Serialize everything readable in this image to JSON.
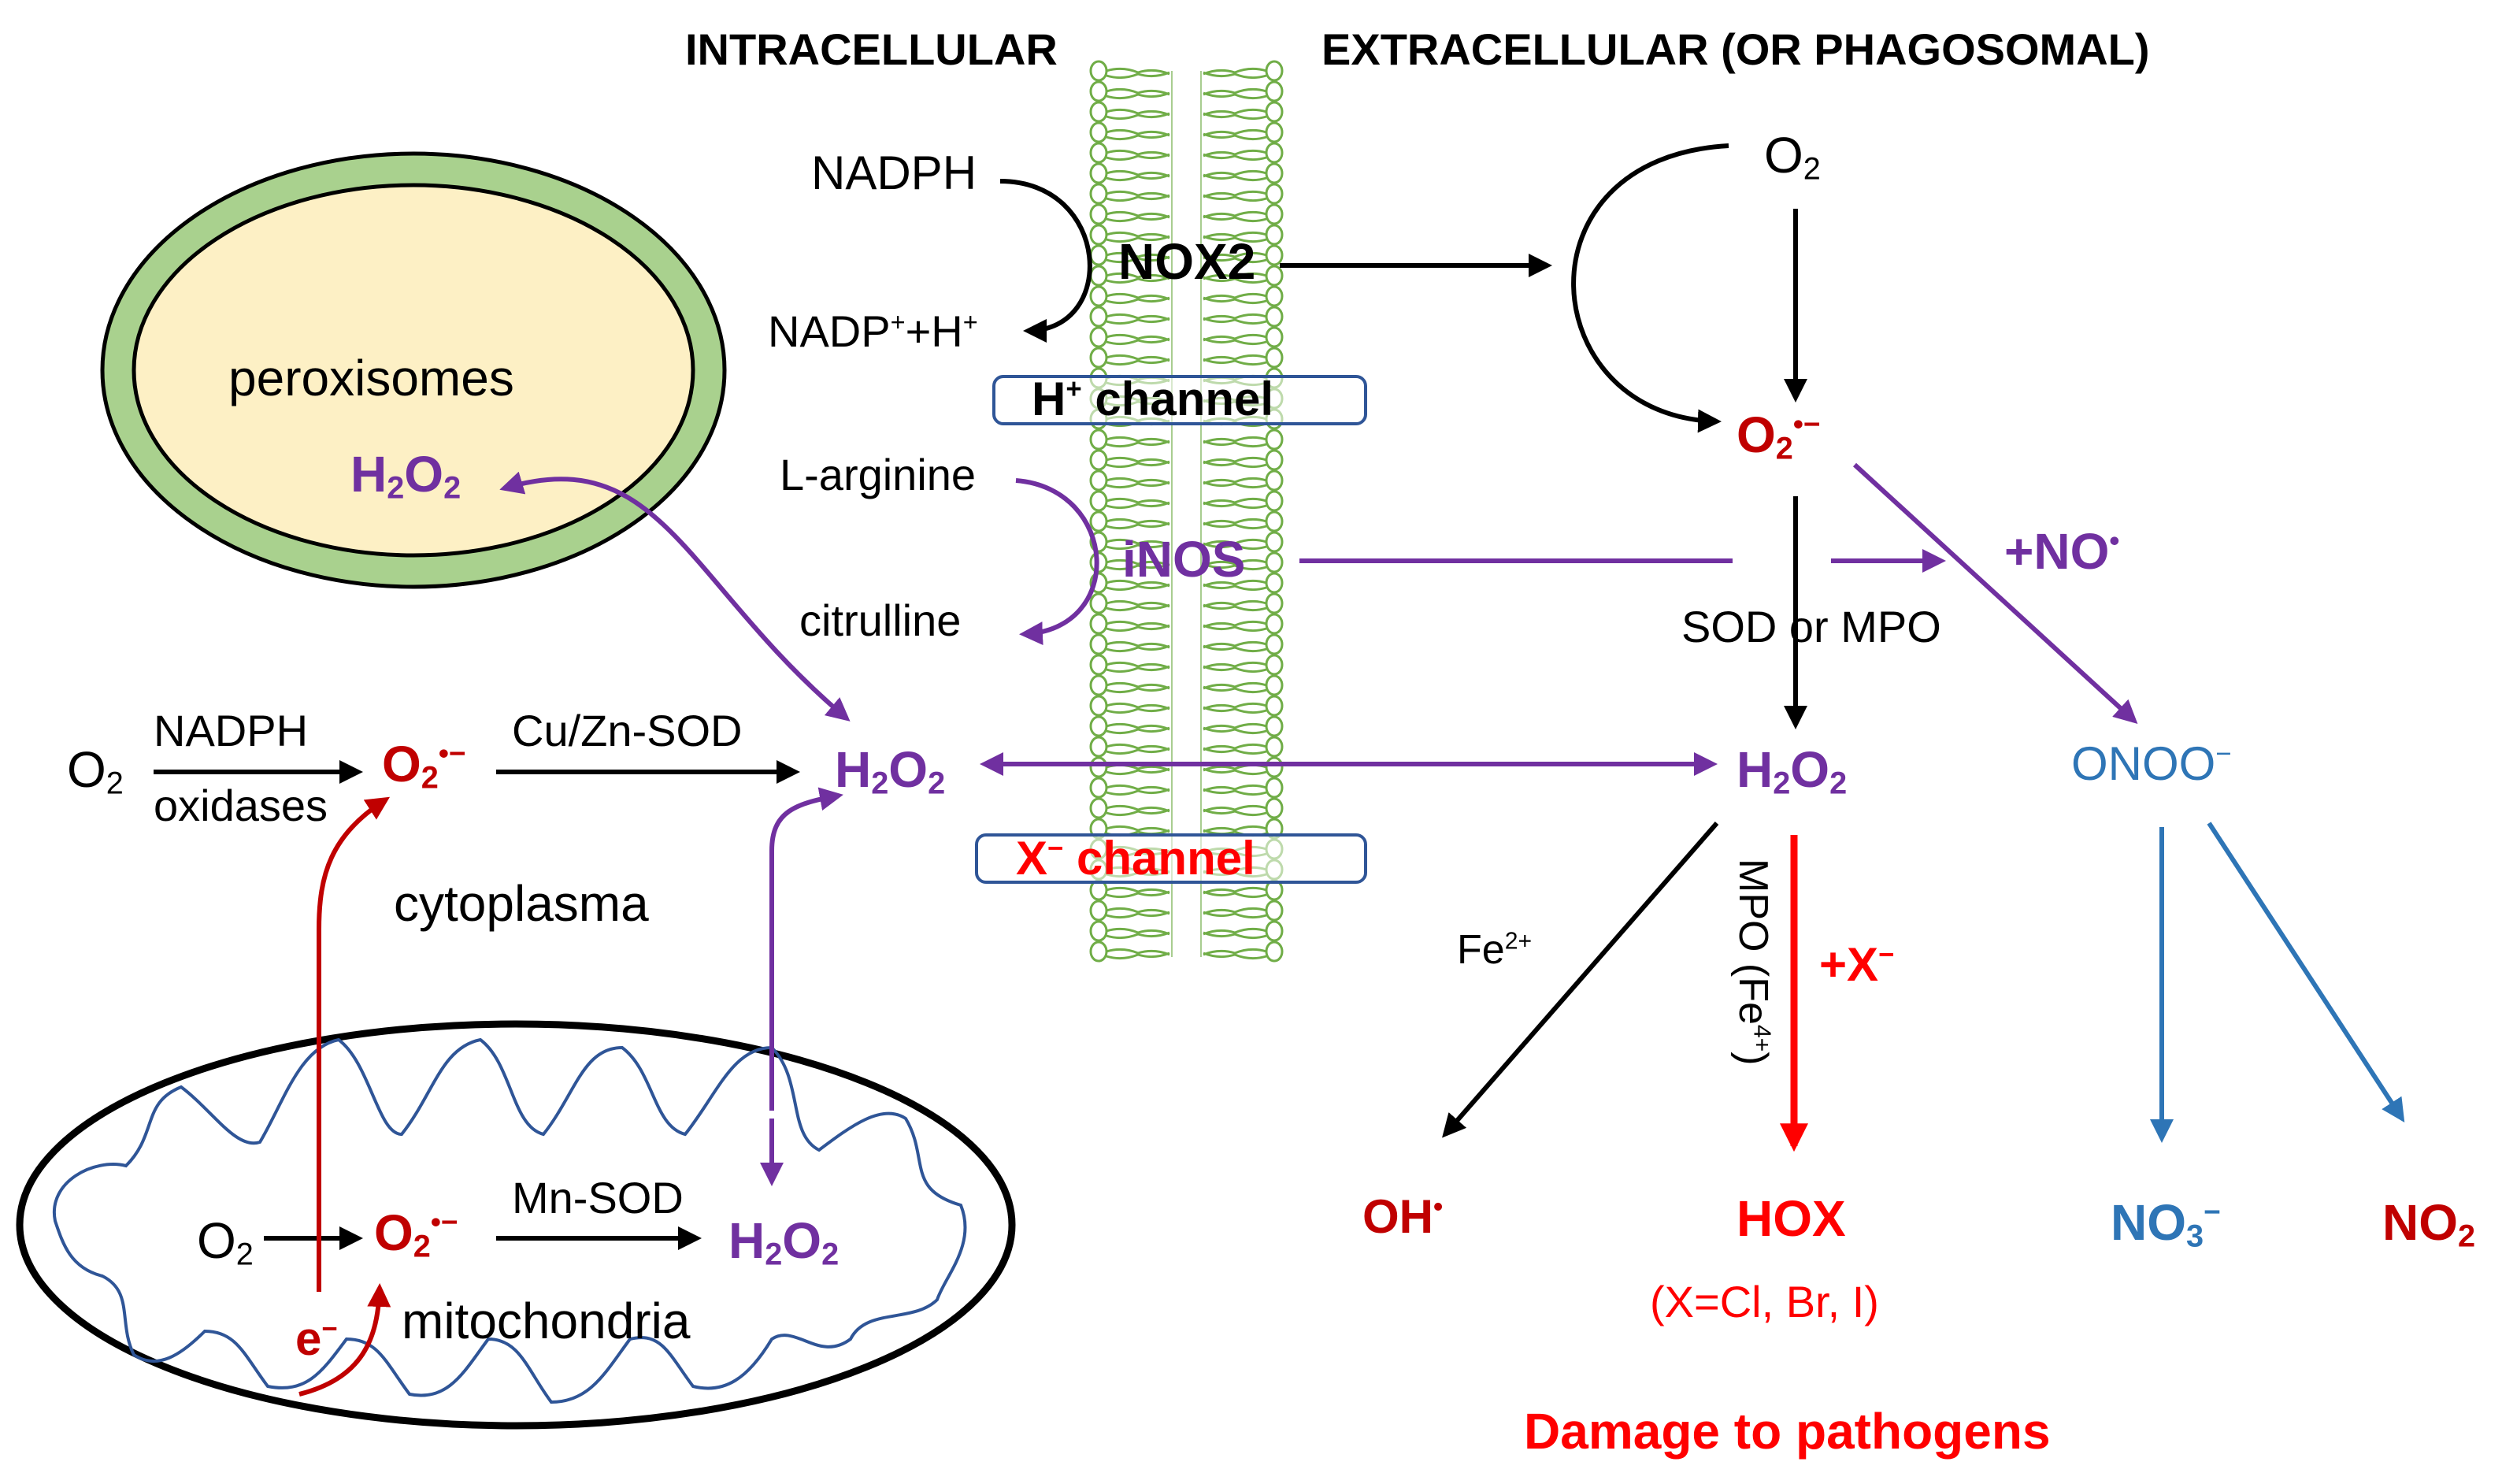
{
  "headers": {
    "intracellular": "INTRACELLULAR",
    "extracellular": "EXTRACELLULAR (OR PHAGOSOMAL)"
  },
  "membrane": {
    "nox2": "NOX2",
    "h_channel_sup": "+",
    "h_channel_h": "H",
    "h_channel_word": "channel",
    "x_channel_x": "X",
    "x_channel_minus": "−",
    "x_channel_word": "channel",
    "inos": "iNOS"
  },
  "nox2_reaction": {
    "nadph": "NADPH",
    "nadp_plus": "NADP",
    "nadp_sup": "+",
    "plus_h": "+H",
    "h_sup": "+"
  },
  "inos_reaction": {
    "l_arginine": "L-arginine",
    "citrulline": "citrulline"
  },
  "peroxisome": {
    "label": "peroxisomes",
    "h2o2_h": "H",
    "h2o2_2a": "2",
    "h2o2_o": "O",
    "h2o2_2b": "2"
  },
  "cytoplasm": {
    "o2": "O",
    "o2_sub": "2",
    "nadph": "NADPH",
    "oxidases": "oxidases",
    "superoxide_o": "O",
    "superoxide_sub": "2",
    "superoxide_sup": "•−",
    "cuzn_sod": "Cu/Zn-SOD",
    "h2o2_h": "H",
    "h2o2_2a": "2",
    "h2o2_o": "O",
    "h2o2_2b": "2",
    "label": "cytoplasma"
  },
  "mitochondria": {
    "o2": "O",
    "o2_sub": "2",
    "superoxide_o": "O",
    "superoxide_sub": "2",
    "superoxide_sup": "•−",
    "mn_sod": "Mn-SOD",
    "h2o2_h": "H",
    "h2o2_2a": "2",
    "h2o2_o": "O",
    "h2o2_2b": "2",
    "electron": "e",
    "electron_sup": "−",
    "label": "mitochondria"
  },
  "extracellular": {
    "o2": "O",
    "o2_sub": "2",
    "superoxide_o": "O",
    "superoxide_sub": "2",
    "superoxide_sup": "•−",
    "plus_no": "+NO",
    "plus_no_sup": "•",
    "sod_mpo": "SOD or MPO",
    "h2o2_h": "H",
    "h2o2_2a": "2",
    "h2o2_o": "O",
    "h2o2_2b": "2",
    "onoo": "ONOO",
    "onoo_sup": "−",
    "fe2": "Fe",
    "fe2_sup": "2+",
    "mpo_text": "MPO (Fe",
    "mpo_sup": "4+",
    "mpo_close": ")",
    "plus_x": "+X",
    "plus_x_sup": "−",
    "oh": "OH",
    "oh_sup": "•",
    "hox": "HOX",
    "hox_note": "(X=Cl, Br, I)",
    "no3": "NO",
    "no3_sub": "3",
    "no3_sup": "−",
    "no2": "NO",
    "no2_sub": "2",
    "damage": "Damage to pathogens"
  },
  "colors": {
    "purple": "#7030a0",
    "dark_red": "#c00000",
    "bright_red": "#ff0000",
    "blue": "#2e75b6",
    "membrane_green": "#70ad47",
    "peroxisome_fill": "#fdf0c5",
    "peroxisome_ring": "#a9d18e",
    "mito_line": "#2f5597"
  }
}
